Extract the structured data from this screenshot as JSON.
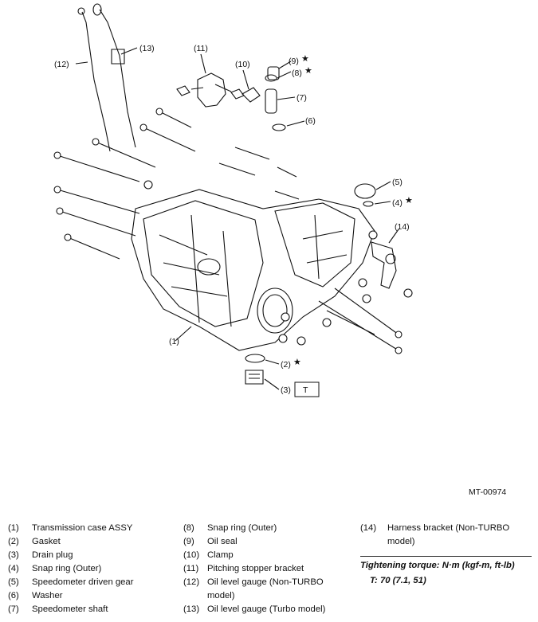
{
  "figure_id": "MT-00974",
  "torque_box_label": "T",
  "callouts": {
    "c1": "(1)",
    "c2": "(2)",
    "c3": "(3)",
    "c4": "(4)",
    "c5": "(5)",
    "c6": "(6)",
    "c7": "(7)",
    "c8": "(8)",
    "c9": "(9)",
    "c10": "(10)",
    "c11": "(11)",
    "c12": "(12)",
    "c13": "(13)",
    "c14": "(14)"
  },
  "star_symbol": "★",
  "legend": [
    {
      "num": "(1)",
      "text": "Transmission case ASSY"
    },
    {
      "num": "(2)",
      "text": "Gasket"
    },
    {
      "num": "(3)",
      "text": "Drain plug"
    },
    {
      "num": "(4)",
      "text": "Snap ring (Outer)"
    },
    {
      "num": "(5)",
      "text": "Speedometer driven gear"
    },
    {
      "num": "(6)",
      "text": "Washer"
    },
    {
      "num": "(7)",
      "text": "Speedometer shaft"
    },
    {
      "num": "(8)",
      "text": "Snap ring (Outer)"
    },
    {
      "num": "(9)",
      "text": "Oil seal"
    },
    {
      "num": "(10)",
      "text": "Clamp"
    },
    {
      "num": "(11)",
      "text": "Pitching stopper bracket"
    },
    {
      "num": "(12)",
      "text": "Oil level gauge (Non-TURBO model)"
    },
    {
      "num": "(13)",
      "text": "Oil level gauge (Turbo model)"
    },
    {
      "num": "(14)",
      "text": "Harness bracket (Non-TURBO model)"
    }
  ],
  "torque": {
    "heading": "Tightening torque: N·m (kgf-m, ft-lb)",
    "value": "T:   70 (7.1, 51)"
  }
}
